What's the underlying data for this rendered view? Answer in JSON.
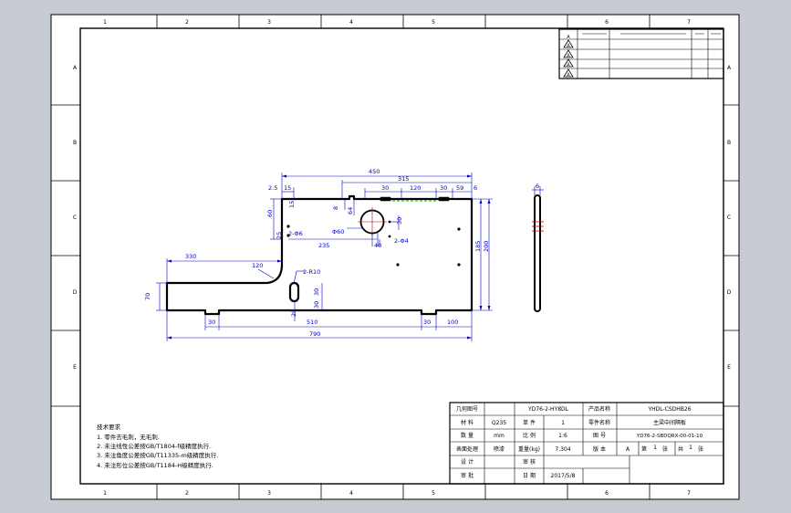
{
  "colors": {
    "background": "#c6ccd2",
    "sheet": "#ffffff",
    "border": "#000000",
    "dimension": "#0000c8",
    "hidden_line": "#00c000"
  },
  "frame": {
    "columns_top": [
      "1",
      "2",
      "3",
      "4",
      "5",
      "6",
      "7"
    ],
    "columns_bottom": [
      "1",
      "2",
      "3",
      "4",
      "5",
      "6",
      "7"
    ],
    "rows_left": [
      "A",
      "B",
      "C",
      "D",
      "E"
    ],
    "rows_right": [
      "A",
      "B",
      "C",
      "D",
      "E"
    ]
  },
  "revision_table": {
    "marks": [
      "A",
      "A",
      "A",
      "A",
      "A"
    ]
  },
  "dimensions": {
    "d450": "450",
    "d315": "315",
    "d2_5": "2.5",
    "d15": "15",
    "d30a": "30",
    "d120": "120",
    "d30b": "30",
    "d59": "59",
    "d6_top": "6",
    "d8": "8",
    "d64": "64",
    "d60": "60",
    "d15b": "15",
    "d25": "25",
    "d2phi6a": "2-Φ6",
    "phi60": "Φ60",
    "d30c": "30",
    "d2phi4": "2-Φ4",
    "d40": "40",
    "d235": "235",
    "d185": "185",
    "d200": "200",
    "d330": "330",
    "r120": "120",
    "r2_10": "2-R10",
    "d70": "70",
    "d30d": "30",
    "d30e": "30",
    "d29": "29",
    "d30f": "30",
    "d510": "510",
    "d30g": "30",
    "d100": "100",
    "d790": "790",
    "side_6": "6"
  },
  "notes": {
    "title": "技术要求",
    "lines": [
      "1. 零件去毛刺，无毛刺.",
      "2. 未注线性公差按GB/T1804-f级精度执行.",
      "3. 未注角度公差按GB/T11335-m级精度执行.",
      "4. 未注形位公差按GB/T1184-H级精度执行."
    ]
  },
  "title_block": {
    "r0_c0": "几何图号",
    "r0_c1": "YD76-2-HY8DL",
    "r0_c2": "产品名称",
    "r0_c3": "YHDL-CSDHB26",
    "r1_c0": "材    料",
    "r1_c1": "Q235",
    "r1_c2": "单    件",
    "r1_c3": "1",
    "r1_c4": "零件名称",
    "r1_c5": "主梁中间隔板",
    "r2_c0": "数    量",
    "r2_c1": "mm",
    "r2_c2": "比    例",
    "r2_c3": "1:6",
    "r2_c4": "图    号",
    "r2_c5": "YD76-2-SBDQRX-00-01-10",
    "r3_c0": "表面处理",
    "r3_c1": "喷漆",
    "r3_c2": "重量(kg)",
    "r3_c3": "7.304",
    "r3_c4": "版    本",
    "r3_c5": "A",
    "r3_c6": "第",
    "r3_c7": "1",
    "r3_c8": "张",
    "r3_c9": "共",
    "r3_c10": "1",
    "r3_c11": "张",
    "r4_c0": "设    计",
    "r4_c2": "审    核",
    "r5_c0": "审    批",
    "r5_c2": "日    期",
    "r5_c3": "2017/5/8"
  }
}
